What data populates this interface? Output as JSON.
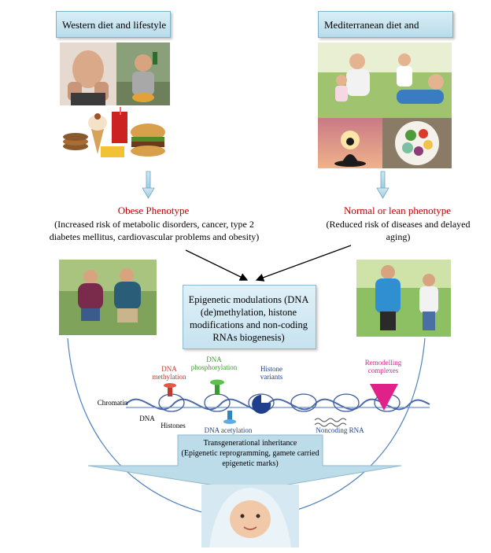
{
  "western": {
    "title": "Western diet and lifestyle"
  },
  "mediterranean": {
    "title": "Mediterranean diet and lifestyle"
  },
  "obese": {
    "title": "Obese Phenotype",
    "description": "(Increased risk of metabolic disorders, cancer, type 2 diabetes mellitus, cardiovascular problems and obesity)"
  },
  "normal": {
    "title": "Normal or lean phenotype",
    "description": "(Reduced risk of diseases and delayed aging)"
  },
  "epigenetic": {
    "text": "Epigenetic modulations (DNA (de)methylation, histone modifications and non-coding RNAs biogenesis)"
  },
  "chromatin": {
    "chromatin_label": "Chromatin",
    "dna_label": "DNA",
    "histones_label": "Histones",
    "dna_methylation": "DNA methylation",
    "dna_phosphorylation": "DNA phosphorylation",
    "histone_variants": "Histone variants",
    "remodelling_complexes": "Remodelling complexes",
    "dna_acetylation": "DNA acetylation",
    "noncoding_rna": "Noncoding RNA"
  },
  "transgenerational": {
    "title": "Transgenerational inheritance",
    "subtitle": "(Epigenetic reprogramming, gamete carried epigenetic marks)"
  },
  "colors": {
    "title_box": "#c6e4f0",
    "phenotype_red": "#c00000",
    "methylation_red": "#c0392b",
    "phosphorylation_green": "#3a9b2f",
    "histone_blue": "#1f3f8c",
    "remodelling_pink": "#e0218a",
    "acetylation_blue": "#2e86c1"
  }
}
